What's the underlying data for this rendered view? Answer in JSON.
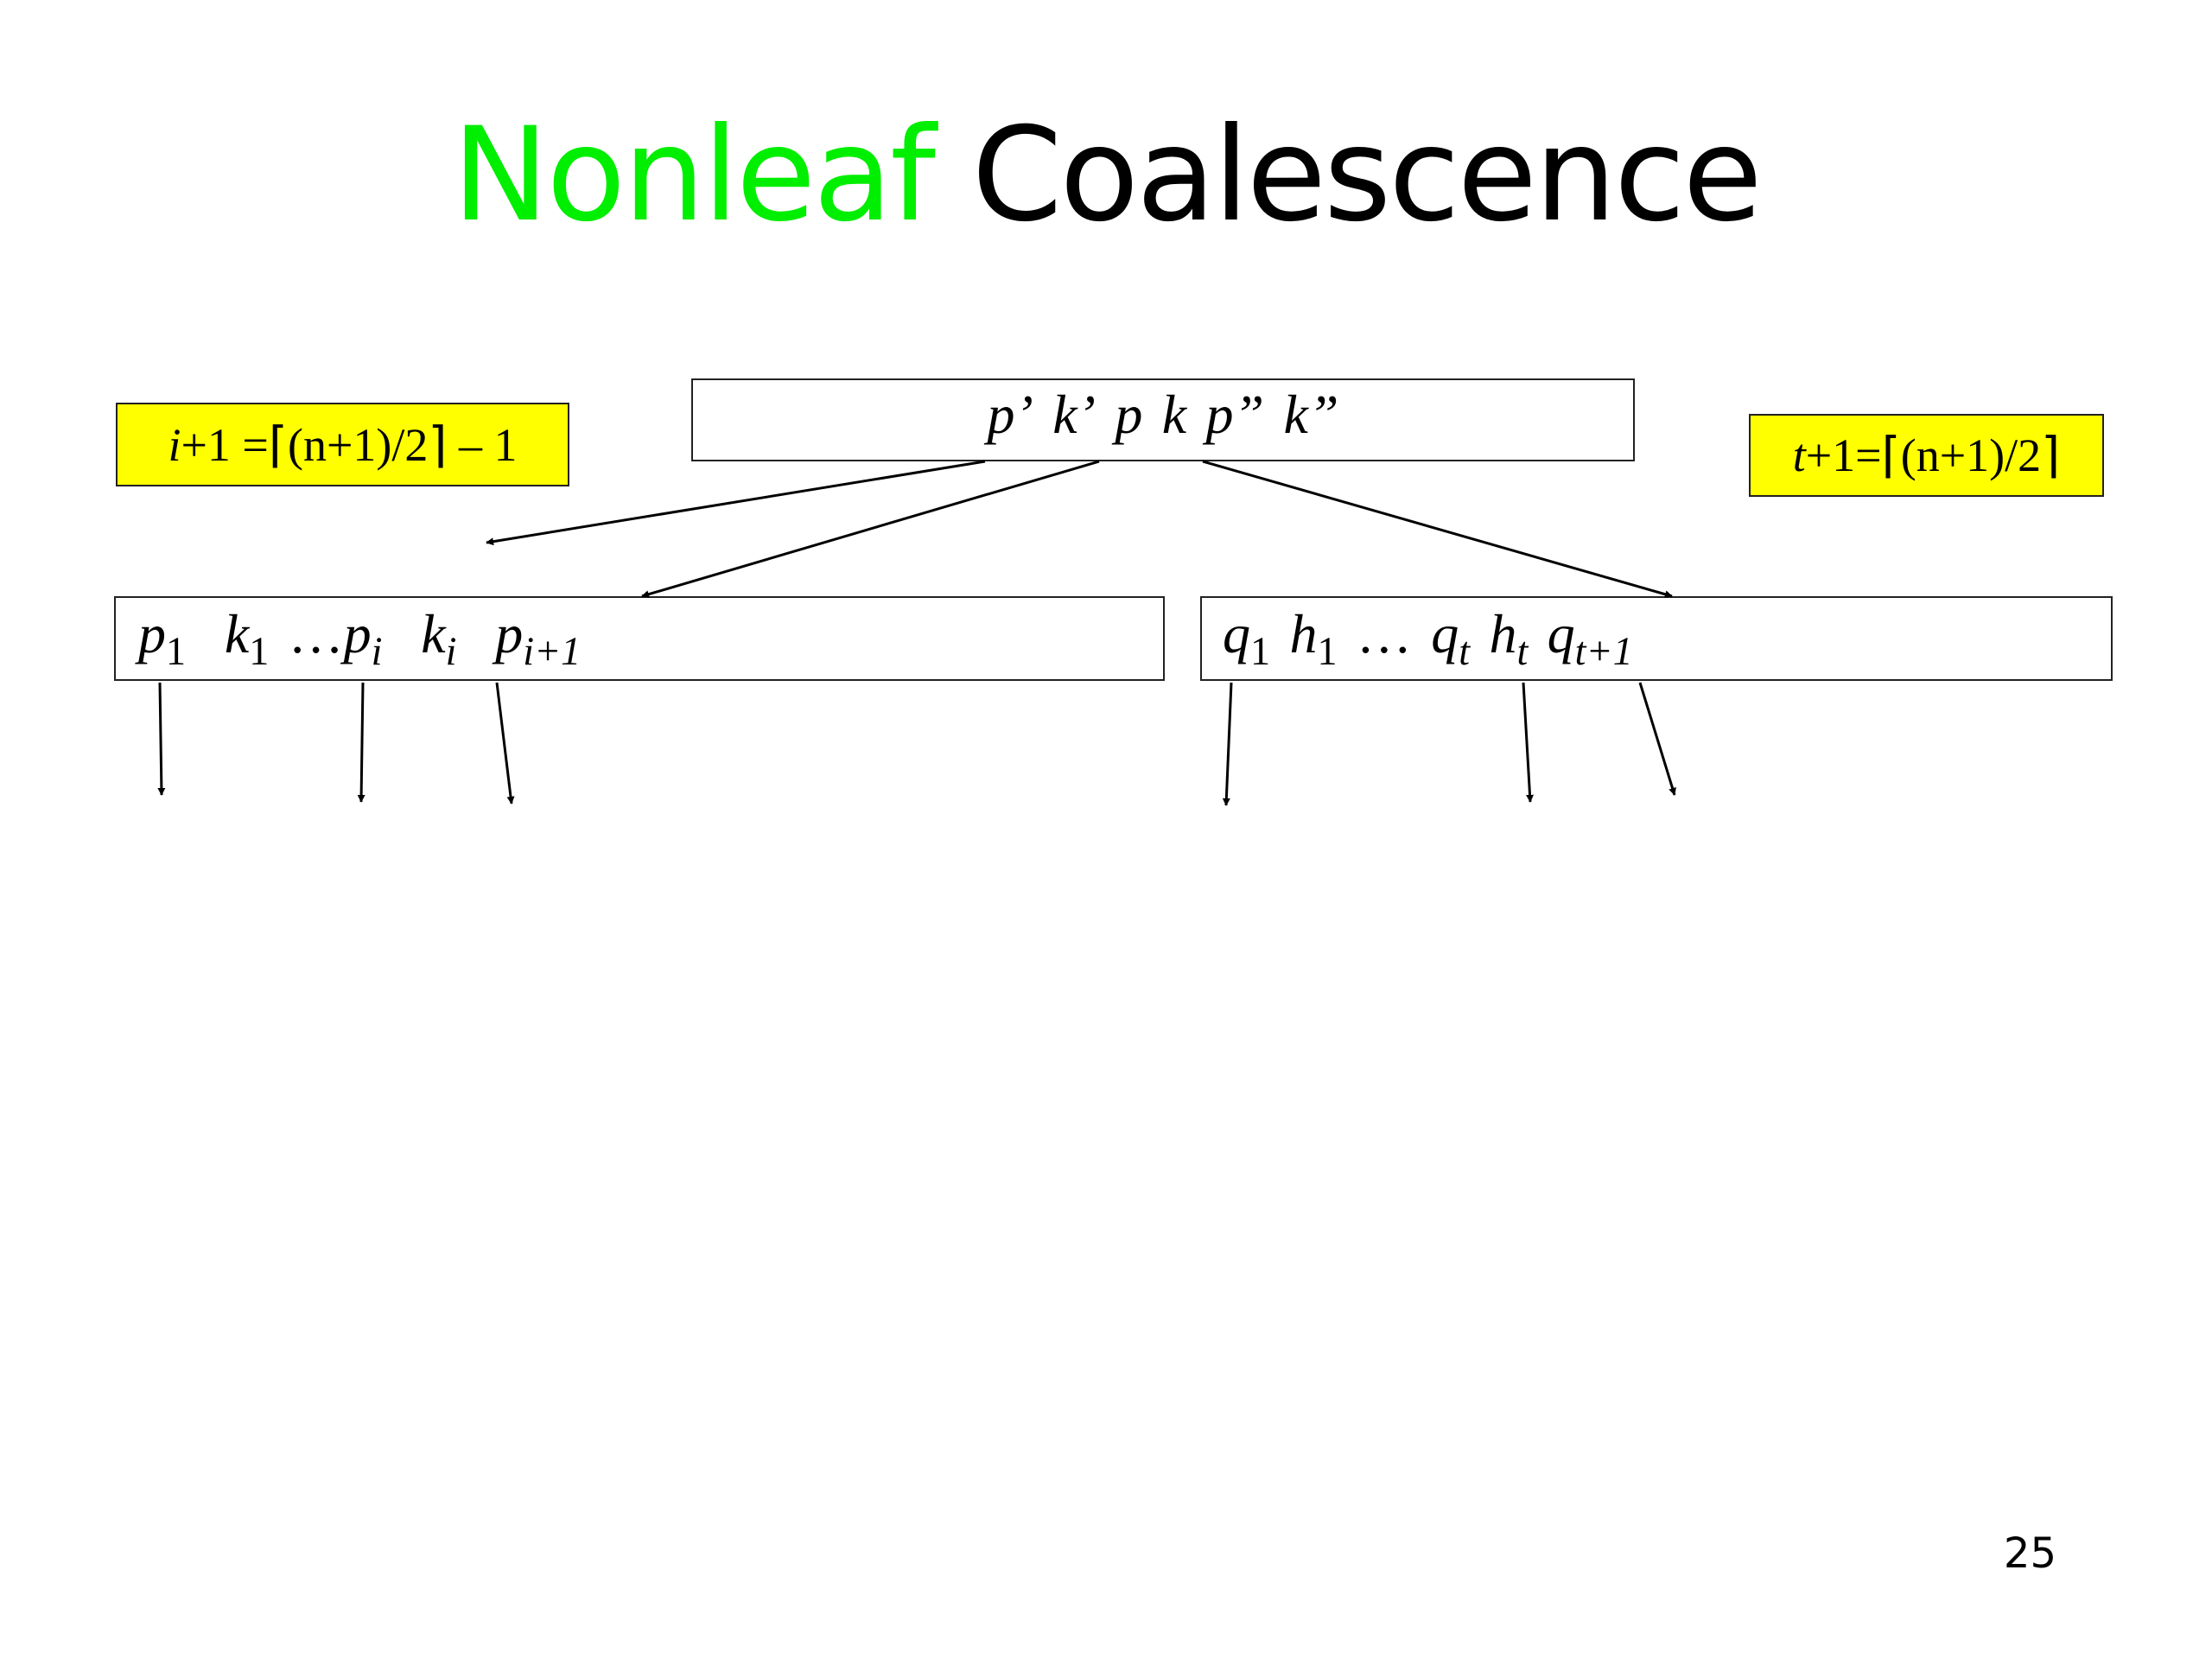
{
  "title": {
    "highlight": "Nonleaf",
    "rest": "Coalescence"
  },
  "parent_node": {
    "p_prime": "p’",
    "k_prime": "k’",
    "p": "p",
    "k": "k",
    "p_dprime": "p”",
    "k_dprime": "k”"
  },
  "left_node": {
    "p1": "p",
    "p1_sub": "1",
    "k1": "k",
    "k1_sub": "1",
    "dots": "…",
    "pi": "p",
    "pi_sub": "i",
    "ki": "k",
    "ki_sub": "i",
    "pi1": "p",
    "pi1_sub": "i+1"
  },
  "right_node": {
    "q1": "q",
    "q1_sub": "1",
    "h1": "h",
    "h1_sub": "1",
    "dots": "…",
    "qt": "q",
    "qt_sub": "t",
    "ht": "h",
    "ht_sub": "t",
    "qt1": "q",
    "qt1_sub": "t+1"
  },
  "left_formula": {
    "var": "i",
    "lhs_rest": "+1 =",
    "ceil_open": "⌈",
    "expr": "(n+1)/2",
    "ceil_close": "⌉",
    "tail": "– 1"
  },
  "right_formula": {
    "var": "t",
    "lhs_rest": "+1=",
    "ceil_open": "⌈",
    "expr": "(n+1)/2",
    "ceil_close": "⌉"
  },
  "page_number": "25",
  "colors": {
    "title_highlight": "#00ee00",
    "formula_bg": "#ffff00"
  }
}
